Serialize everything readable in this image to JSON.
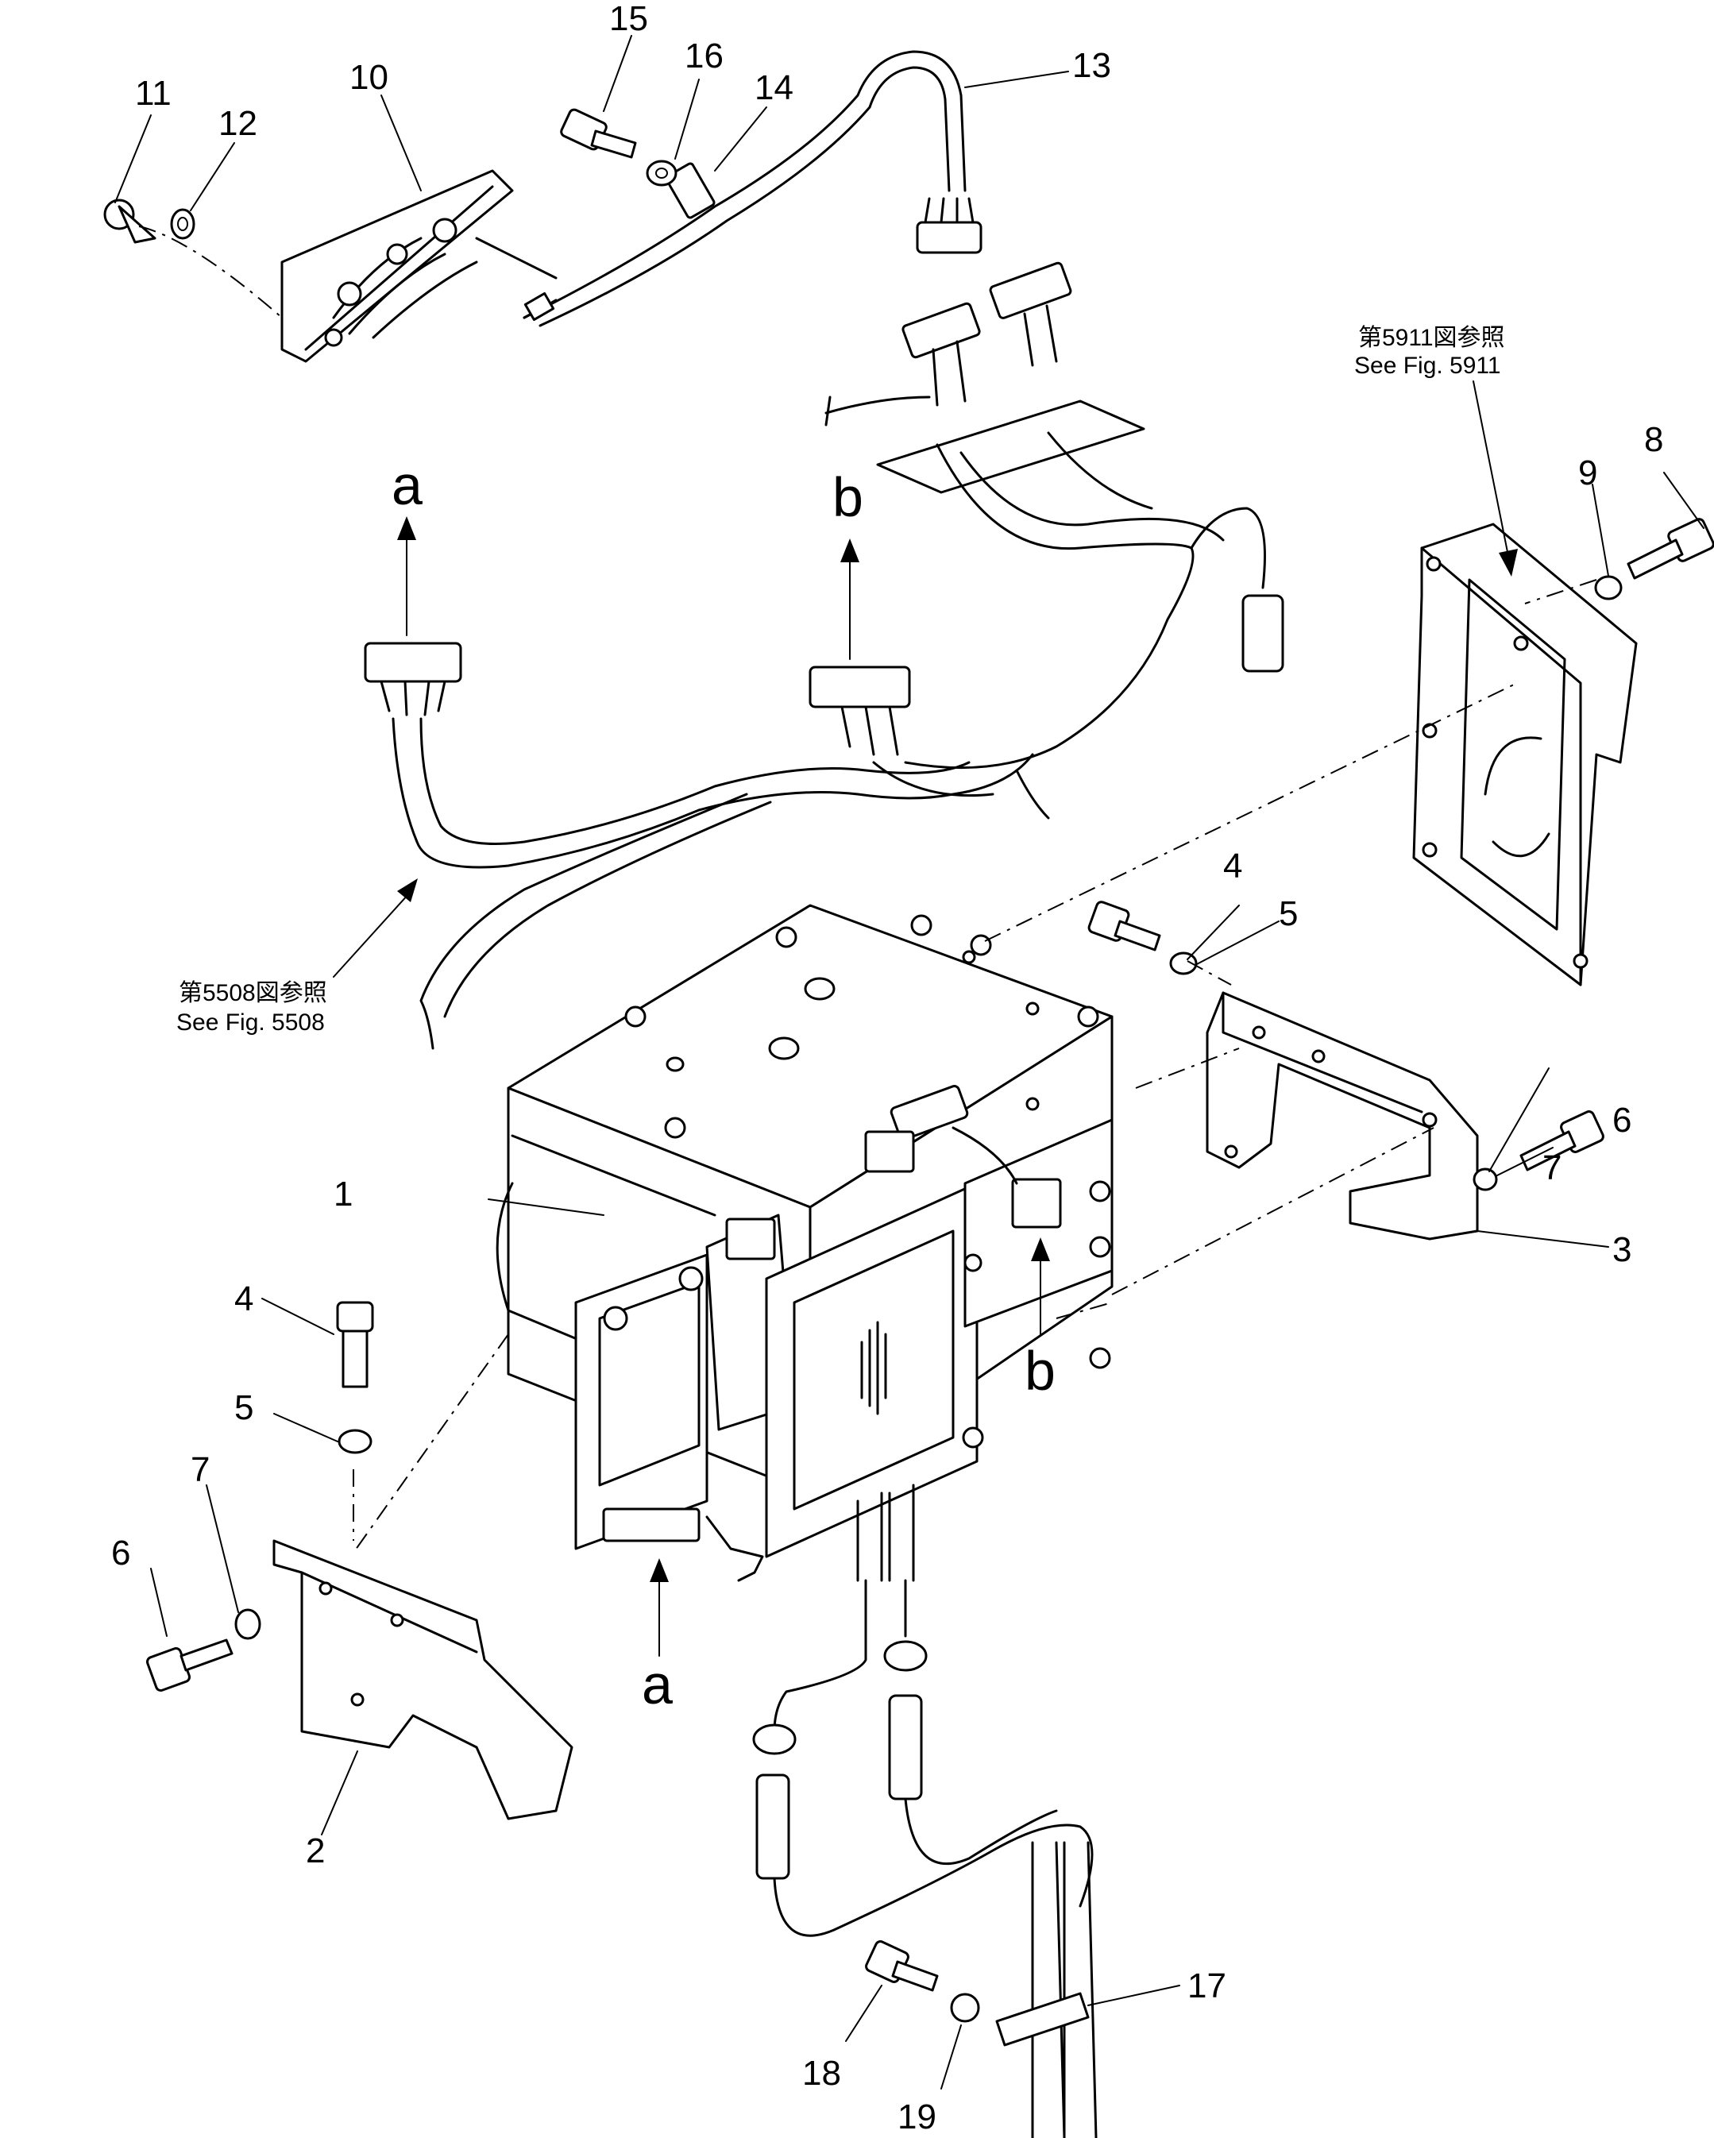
{
  "callouts": [
    {
      "id": "1",
      "text": "1"
    },
    {
      "id": "2",
      "text": "2"
    },
    {
      "id": "3",
      "text": "3"
    },
    {
      "id": "4a",
      "text": "4"
    },
    {
      "id": "4b",
      "text": "4"
    },
    {
      "id": "5a",
      "text": "5"
    },
    {
      "id": "5b",
      "text": "5"
    },
    {
      "id": "6a",
      "text": "6"
    },
    {
      "id": "6b",
      "text": "6"
    },
    {
      "id": "7a",
      "text": "7"
    },
    {
      "id": "7b",
      "text": "7"
    },
    {
      "id": "8",
      "text": "8"
    },
    {
      "id": "9",
      "text": "9"
    },
    {
      "id": "10",
      "text": "10"
    },
    {
      "id": "11",
      "text": "11"
    },
    {
      "id": "12",
      "text": "12"
    },
    {
      "id": "13",
      "text": "13"
    },
    {
      "id": "14",
      "text": "14"
    },
    {
      "id": "15",
      "text": "15"
    },
    {
      "id": "16",
      "text": "16"
    },
    {
      "id": "17",
      "text": "17"
    },
    {
      "id": "18",
      "text": "18"
    },
    {
      "id": "19",
      "text": "19"
    }
  ],
  "connection_marks": {
    "a_top": "a",
    "b_top": "b",
    "a_bottom": "a",
    "b_bottom": "b"
  },
  "references": {
    "fig5911_jp": "第5911図参照",
    "fig5911_en": "See  Fig.  5911",
    "fig5508_jp": "第5508図参照",
    "fig5508_en": "See  Fig.  5508"
  }
}
